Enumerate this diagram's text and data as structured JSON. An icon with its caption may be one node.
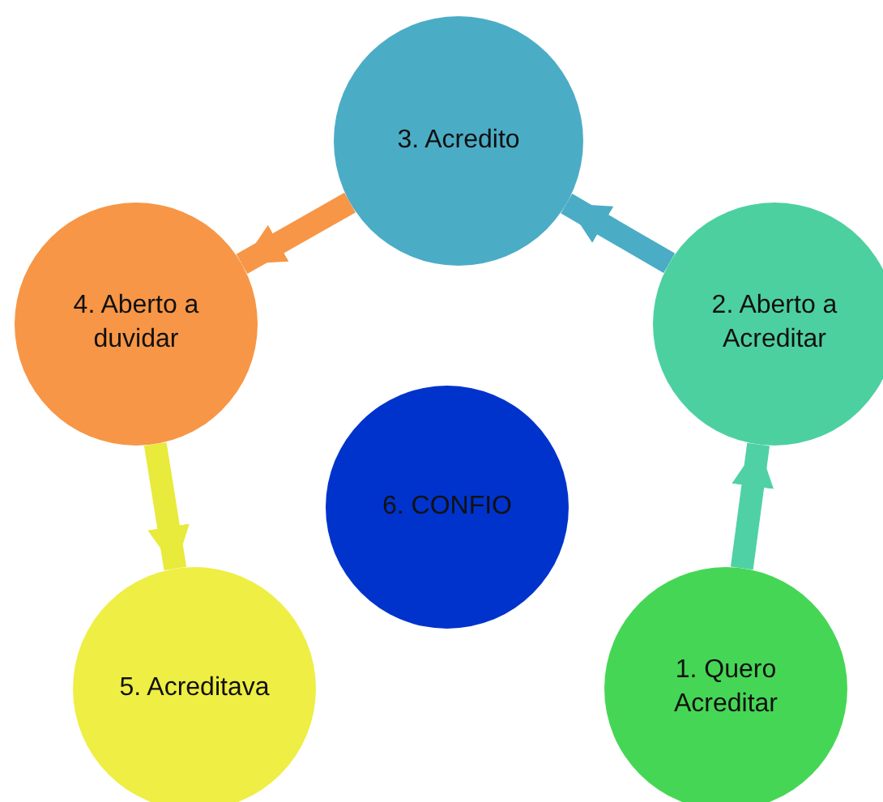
{
  "diagram": {
    "nodes": [
      {
        "text": [
          "3. Acredito"
        ]
      },
      {
        "text": [
          "4. Aberto a duvidar"
        ]
      },
      {
        "text": [
          "2. Aberto a Acreditar"
        ]
      },
      {
        "text": [
          "6. CONFIO"
        ]
      },
      {
        "text": [
          "5. Acreditava"
        ]
      },
      {
        "text": [
          "1. Quero Acreditar"
        ]
      }
    ],
    "edges": [
      {
        "from": 5,
        "to": 2,
        "arrow": "to",
        "color": "#4fd1a5"
      },
      {
        "from": 2,
        "to": 0,
        "arrow": "to",
        "color": "#4bacc6"
      },
      {
        "from": 0,
        "to": 1,
        "arrow": "to",
        "color": "#f79646"
      },
      {
        "from": 1,
        "to": 4,
        "arrow": "to",
        "color": "#e8ea3c"
      }
    ]
  }
}
